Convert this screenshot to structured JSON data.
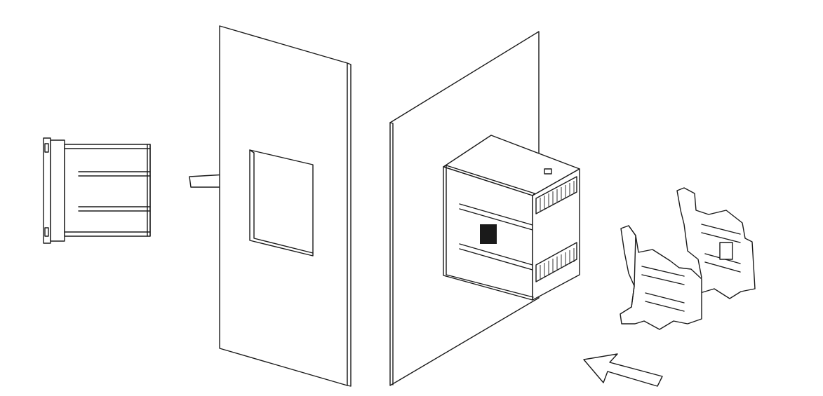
{
  "diagram": {
    "type": "panel-mount installation illustration",
    "steps": [
      {
        "id": "insert-meter",
        "icon": "right-arrow-icon",
        "direction": "right"
      },
      {
        "id": "attach-clips",
        "icon": "left-up-arrow-icon",
        "direction": "up-left"
      }
    ],
    "parts": [
      "meter-side-view",
      "panel-with-cutout",
      "mounting-panel",
      "mounted-meter",
      "mounting-clips"
    ]
  },
  "colors": {
    "line": "#1a1a1a",
    "fill": "#ffffff",
    "background": "#ffffff"
  }
}
